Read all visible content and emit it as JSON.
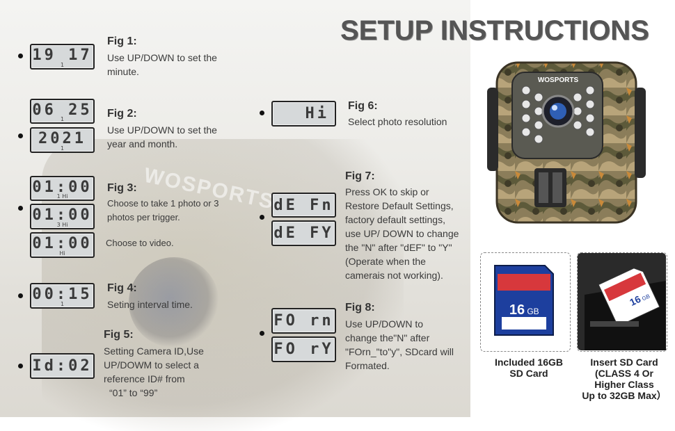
{
  "title": "SETUP INSTRUCTIONS",
  "brand": "WOSPORTS",
  "figures": {
    "fig1": {
      "title": "Fig 1:",
      "desc": [
        "Use UP/DOWN to set the",
        "minute."
      ],
      "lcd": [
        "19 17"
      ],
      "lcd_sub": [
        "1"
      ]
    },
    "fig2": {
      "title": "Fig 2:",
      "desc": [
        "Use UP/DOWN to set the",
        "year and month."
      ],
      "lcd": [
        "06 25",
        "2021"
      ],
      "lcd_sub": [
        "1",
        "1"
      ]
    },
    "fig3": {
      "title": "Fig 3:",
      "desc": [
        "Choose to take 1 photo or 3",
        "photos per trigger."
      ],
      "desc2": "Choose to video.",
      "lcd": [
        "01:00",
        "01:00",
        "01:00"
      ],
      "lcd_sub": [
        "1  Hi",
        "3  Hi",
        "Hi"
      ]
    },
    "fig4": {
      "title": "Fig 4:",
      "desc": [
        "Seting interval time."
      ],
      "lcd": [
        "00:15"
      ],
      "lcd_sub": [
        "1"
      ]
    },
    "fig5": {
      "title": "Fig 5:",
      "desc": [
        "Setting Camera ID,Use",
        "UP/DOWM to select a",
        "reference ID# from",
        "“01”  to  “99”"
      ],
      "lcd": [
        "Id:02"
      ]
    },
    "fig6": {
      "title": "Fig 6:",
      "desc": [
        "Select photo resolution"
      ],
      "lcd": [
        "Hi"
      ]
    },
    "fig7": {
      "title": "Fig 7:",
      "desc": [
        "Press OK to skip or",
        "Restore Default Settings,",
        "factory default settings,",
        "use UP/ DOWN to change",
        "the \"N\" after \"dEF\" to \"Y\"",
        "(Operate when the",
        "camerais not working)."
      ],
      "lcd": [
        "dE Fn",
        "dE FY"
      ]
    },
    "fig8": {
      "title": "Fig 8:",
      "desc": [
        "Use UP/DOWN to",
        "change the\"N\" after",
        "\"FOrn_\"to\"y\", SDcard will",
        "Formated."
      ],
      "lcd": [
        "FO rn",
        "FO rY"
      ]
    }
  },
  "sd_card": {
    "capacity": "16",
    "unit": "GB"
  },
  "captions": {
    "included": [
      "Included 16GB",
      "SD Card"
    ],
    "insert": [
      "Insert SD Card",
      "(CLASS 4 Or",
      "Higher Class",
      "Up to 32GB Max）"
    ]
  }
}
